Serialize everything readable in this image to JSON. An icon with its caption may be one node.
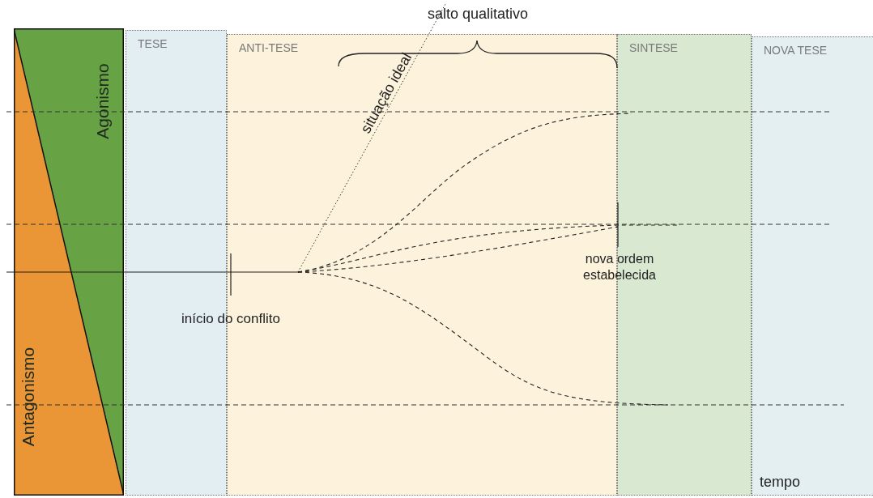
{
  "diagram": {
    "nodes": [
      {
        "text": [
          "Agonismo",
          "Antagonismo"
        ]
      },
      {
        "text": [
          "TESE"
        ]
      },
      {
        "text": [
          "ANTI-TESE"
        ]
      },
      {
        "text": [
          "SINTESE"
        ]
      },
      {
        "text": [
          "NOVA TESE"
        ]
      }
    ],
    "labels": [
      "salto qualitativo",
      "situação ideal",
      "início do conflito",
      "nova ordem estabelecida",
      "tempo"
    ]
  }
}
